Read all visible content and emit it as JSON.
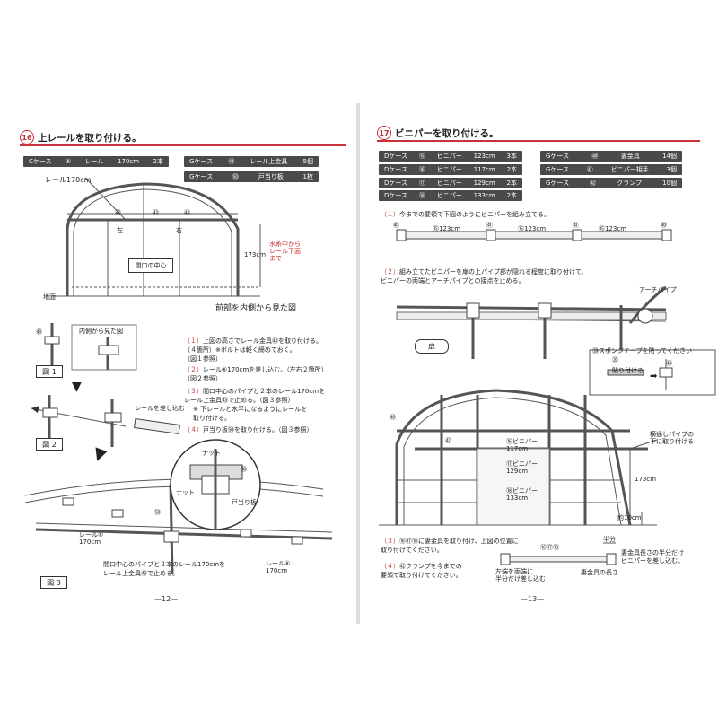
{
  "left": {
    "section_no": "16",
    "section_title": "上レールを取り付ける。",
    "parts": [
      {
        "case": "Cケース",
        "no": "⑥",
        "name": "レール",
        "size": "170cm",
        "qty": "2本"
      },
      {
        "case": "Gケース",
        "no": "㊸",
        "name": "レール上金具",
        "size": "",
        "qty": "5個"
      },
      {
        "case": "Gケース",
        "no": "㊿",
        "name": "戸当り板",
        "size": "",
        "qty": "1枚"
      }
    ],
    "front_labels": {
      "rail": "レール170cm",
      "left": "左",
      "right": "右",
      "center": "間口の中心",
      "height": "173cm",
      "note": "水糸中から\nレール下面\nまで",
      "ground": "地面",
      "caption": "前部を内側から見た図",
      "mark_a": "㊸",
      "mark_b": "㊸",
      "mark_c": "㊸"
    },
    "fig1": {
      "label": "図 1",
      "inner_caption": "内側から見た図",
      "mark": "㊸"
    },
    "fig2": {
      "label": "図 2",
      "insert": "レールを差し込む"
    },
    "fig3": {
      "label": "図 3",
      "rail_left": "レール⑥\n170cm",
      "rail_right": "レール⑥\n170cm",
      "nut": "ナット",
      "nut2": "ナット",
      "door_stop": "戸当り板",
      "mark": "㊿",
      "mark_b": "㊿",
      "caption": "間口中心のパイプと２本のレール170cmを\nレール上金具㊸で止める。"
    },
    "steps": [
      {
        "n": "（１）",
        "t": "上図の高さでレール金具㊸を取り付ける。\n（４箇所）※ボルトは軽く締めておく。\n（図１参照）"
      },
      {
        "n": "（２）",
        "t": "レール⑥170cmを差し込む。（左右２箇所）\n（図２参照）"
      },
      {
        "n": "（３）",
        "t": "間口中心のパイプと２本のレール170cmを\nレール上金具㊸で止める。（図３参照）"
      },
      {
        "n": "",
        "t": "※ 下レールと水平になるようにレールを\n取り付ける。",
        "red": true
      },
      {
        "n": "（４）",
        "t": "戸当り板㊿を取り付ける。（図３参照）"
      }
    ],
    "page_number": "—12—"
  },
  "right": {
    "section_no": "17",
    "section_title": "ビニパーを取り付ける。",
    "parts_left": [
      {
        "case": "Dケース",
        "no": "⑮",
        "name": "ビニパー",
        "size": "123cm",
        "qty": "3本"
      },
      {
        "case": "Dケース",
        "no": "⑯",
        "name": "ビニパー",
        "size": "117cm",
        "qty": "2本"
      },
      {
        "case": "Dケース",
        "no": "⑰",
        "name": "ビニパー",
        "size": "129cm",
        "qty": "2本"
      },
      {
        "case": "Dケース",
        "no": "⑱",
        "name": "ビニパー",
        "size": "133cm",
        "qty": "2本"
      }
    ],
    "parts_right": [
      {
        "case": "Gケース",
        "no": "㊵",
        "name": "妻金具",
        "qty": "14個"
      },
      {
        "case": "Gケース",
        "no": "㊶",
        "name": "ビニパー相手",
        "qty": "3個"
      },
      {
        "case": "Gケース",
        "no": "㊷",
        "name": "クランプ",
        "qty": "10個"
      }
    ],
    "step1": {
      "n": "（１）",
      "t": "今までの要領で下図のようにビニパーを組み立てる。"
    },
    "assembly": {
      "seg1": "⑮123cm",
      "seg2": "⑮123cm",
      "seg3": "⑮123cm",
      "m1": "㊵",
      "m2": "㊶",
      "m3": "㊶",
      "m4": "㊵"
    },
    "step2": {
      "n": "（２）",
      "t": "組み立てたビニパーを扉の上パイプ部が隠れる程度に取り付けて、\nビニパーの両端とアーチパイプとの接点を止める。"
    },
    "door_label": "扉",
    "arch_pipe": "アーチパイプ",
    "sponge": {
      "title": "⑳スポンジテープを貼ってください",
      "sub": "貼り付ける",
      "m1": "⑳",
      "m2": "㊸"
    },
    "elev_labels": {
      "v117": "⑯ビニパー\n117cm",
      "v129": "⑰ビニパー\n129cm",
      "v133": "⑱ビニパー\n133cm",
      "pipe_note": "横通しパイプの\n下に取り付ける",
      "h173": "173cm",
      "h10": "約10cm",
      "mark_a": "㊵",
      "mark_b": "㊷"
    },
    "step3": {
      "n": "（３）",
      "t": "⑯⑰⑱に妻金具を取り付け、上図の位置に\n取り付けてください。"
    },
    "step4": {
      "n": "（４）",
      "t": "㊷クランプを今までの\n要領で取り付けてください。"
    },
    "detail": {
      "half": "半分",
      "bar": "⑯⑰⑱",
      "left_note": "左端を両端に\n半分だけ差し込む",
      "bottom": "妻金具の長さ",
      "right_note": "妻金具長さの半分だけ\nビニパーを差し込む。"
    },
    "page_number": "—13—"
  }
}
